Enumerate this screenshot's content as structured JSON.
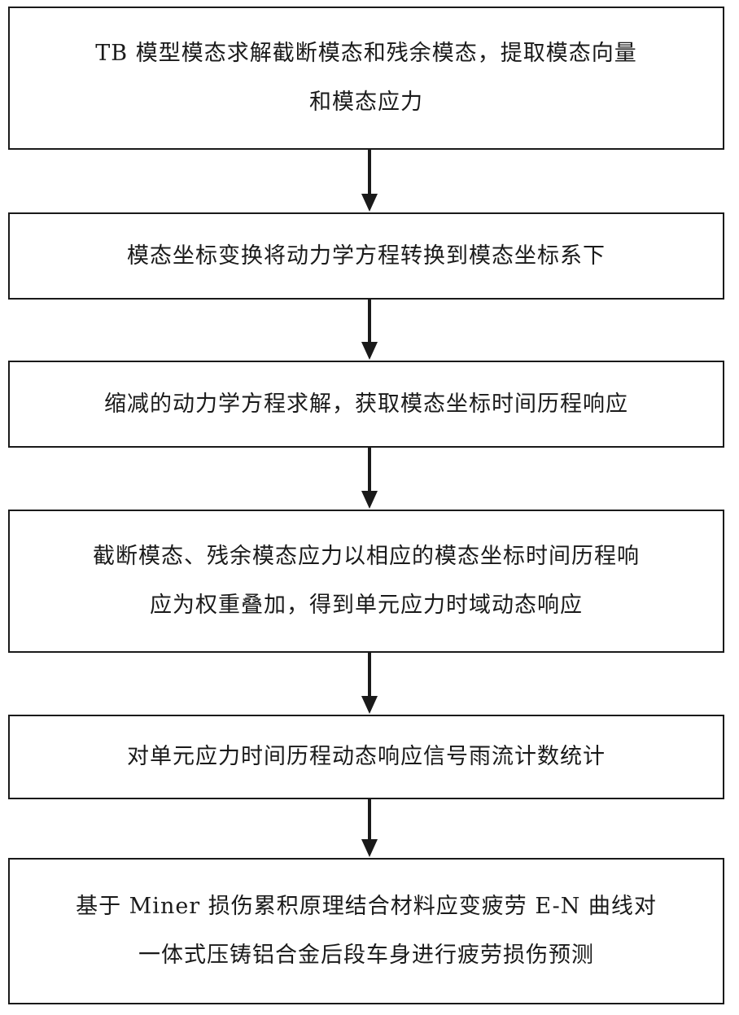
{
  "flowchart": {
    "steps": [
      {
        "lines": [
          "TB 模型模态求解截断模态和残余模态，提取模态向量",
          "和模态应力"
        ]
      },
      {
        "lines": [
          "模态坐标变换将动力学方程转换到模态坐标系下"
        ]
      },
      {
        "lines": [
          "缩减的动力学方程求解，获取模态坐标时间历程响应"
        ]
      },
      {
        "lines": [
          "截断模态、残余模态应力以相应的模态坐标时间历程响",
          "应为权重叠加，得到单元应力时域动态响应"
        ]
      },
      {
        "lines": [
          "对单元应力时间历程动态响应信号雨流计数统计"
        ]
      },
      {
        "lines": [
          "基于 Miner 损伤累积原理结合材料应变疲劳 E-N 曲线对",
          "一体式压铸铝合金后段车身进行疲劳损伤预测"
        ]
      }
    ]
  }
}
